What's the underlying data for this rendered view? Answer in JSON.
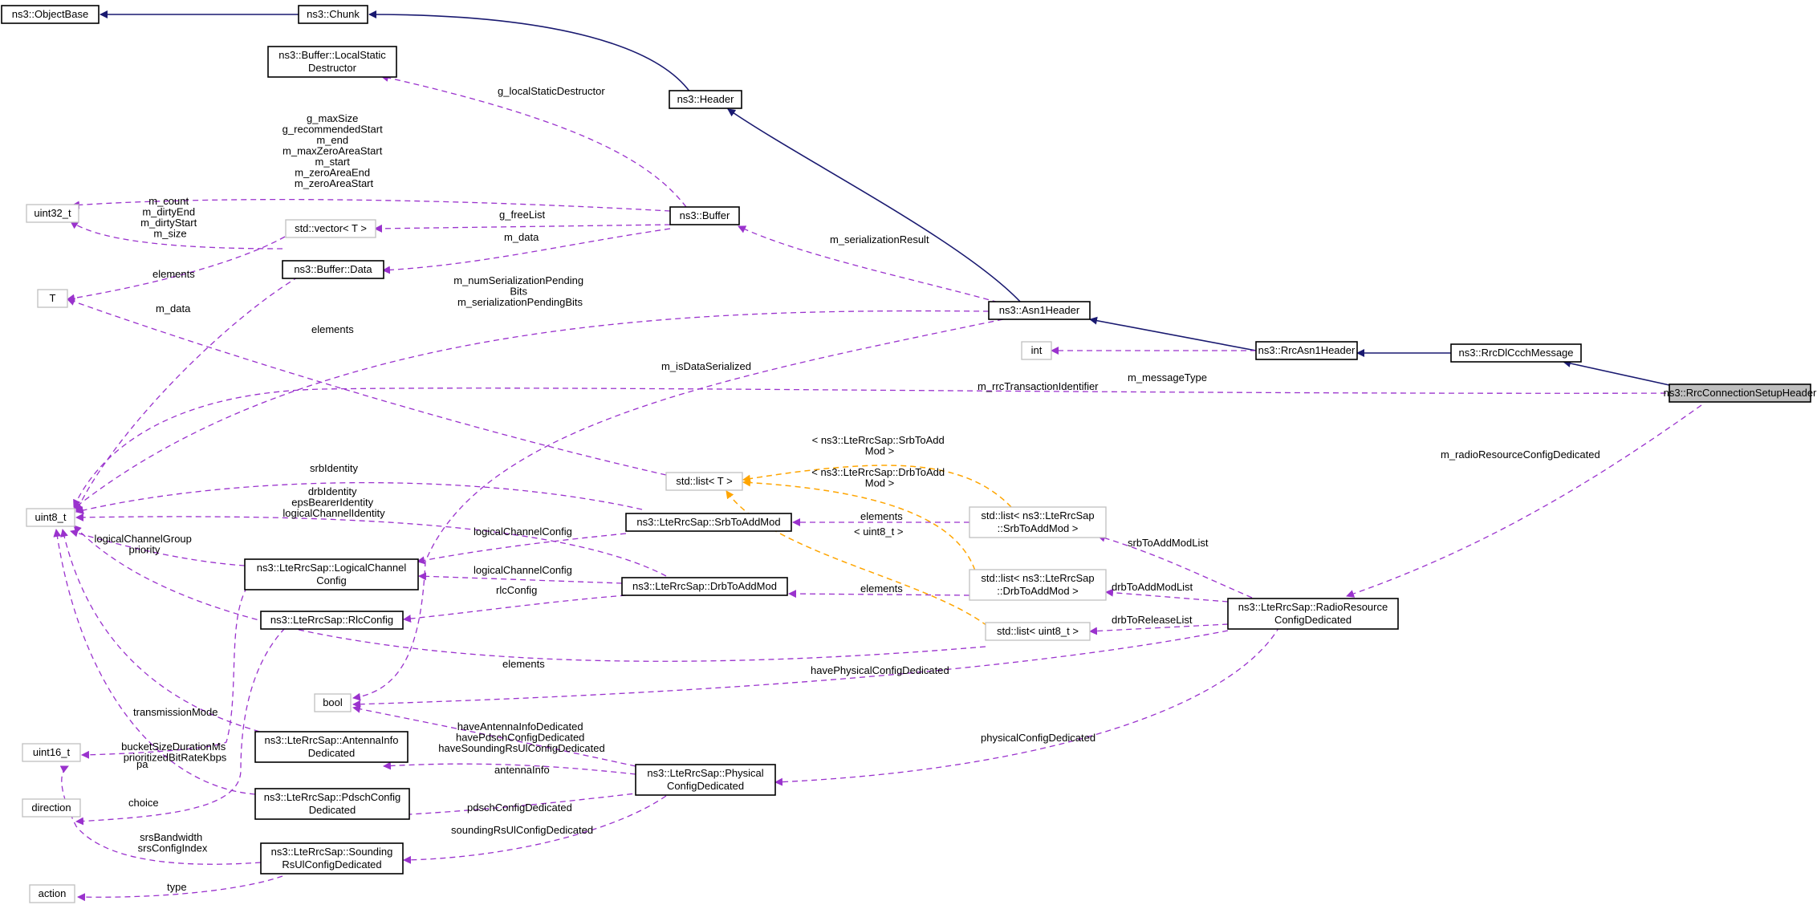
{
  "nodes": {
    "objectbase": "ns3::ObjectBase",
    "chunk": "ns3::Chunk",
    "header": "ns3::Header",
    "local_static_1": "ns3::Buffer::LocalStatic",
    "local_static_2": "Destructor",
    "buffer": "ns3::Buffer",
    "uint32": "uint32_t",
    "vector": "std::vector< T >",
    "buffer_data": "ns3::Buffer::Data",
    "t": "T",
    "asn1header": "ns3::Asn1Header",
    "int": "int",
    "rrcasn1header": "ns3::RrcAsn1Header",
    "rrcdlccch": "ns3::RrcDlCcchMessage",
    "rrcsetup": "ns3::RrcConnectionSetupHeader",
    "uint8": "uint8_t",
    "stdlist": "std::list< T >",
    "srbtoaddmod": "ns3::LteRrcSap::SrbToAddMod",
    "list_srb_1": "std::list< ns3::LteRrcSap",
    "list_srb_2": "::SrbToAddMod >",
    "logicalchannel_1": "ns3::LteRrcSap::LogicalChannel",
    "logicalchannel_2": "Config",
    "drbtoaddmod": "ns3::LteRrcSap::DrbToAddMod",
    "list_drb_1": "std::list< ns3::LteRrcSap",
    "list_drb_2": "::DrbToAddMod >",
    "rlcconfig": "ns3::LteRrcSap::RlcConfig",
    "list_uint8": "std::list< uint8_t >",
    "radioresource_1": "ns3::LteRrcSap::RadioResource",
    "radioresource_2": "ConfigDedicated",
    "bool": "bool",
    "uint16": "uint16_t",
    "antenna_1": "ns3::LteRrcSap::AntennaInfo",
    "antenna_2": "Dedicated",
    "physical_1": "ns3::LteRrcSap::Physical",
    "physical_2": "ConfigDedicated",
    "direction": "direction",
    "pdsch_1": "ns3::LteRrcSap::PdschConfig",
    "pdsch_2": "Dedicated",
    "sounding_1": "ns3::LteRrcSap::Sounding",
    "sounding_2": "RsUlConfigDedicated",
    "action": "action"
  },
  "edge_labels": {
    "g_localStaticDestructor": "g_localStaticDestructor",
    "buffer_uint32": [
      "g_maxSize",
      "g_recommendedStart",
      "m_end",
      "m_maxZeroAreaStart",
      "m_start",
      "m_zeroAreaEnd",
      "m_zeroAreaStart"
    ],
    "data_uint32": [
      "m_count",
      "m_dirtyEnd",
      "m_dirtyStart",
      "m_size"
    ],
    "g_freeList": "g_freeList",
    "m_data_buffer": "m_data",
    "elements_vector": "elements",
    "m_data_data": "m_data",
    "m_serializationResult": "m_serializationResult",
    "asn1_uint8": [
      "m_numSerializationPending",
      "Bits",
      "m_serializationPendingBits"
    ],
    "elements_list": "elements",
    "m_isDataSerialized": "m_isDataSerialized",
    "m_messageType": "m_messageType",
    "m_rrcTransactionIdentifier": "m_rrcTransactionIdentifier",
    "tpl_srb": [
      "< ns3::LteRrcSap::SrbToAdd",
      "Mod >"
    ],
    "tpl_drb": [
      "< ns3::LteRrcSap::DrbToAdd",
      "Mod >"
    ],
    "tpl_uint8": "< uint8_t >",
    "m_radioResourceConfigDedicated": "m_radioResourceConfigDedicated",
    "srbIdentity": "srbIdentity",
    "drb_uint8": [
      "drbIdentity",
      "epsBearerIdentity",
      "logicalChannelIdentity"
    ],
    "lc_uint8": [
      "logicalChannelGroup",
      "priority"
    ],
    "logicalChannelConfig_srb": "logicalChannelConfig",
    "elements_srb": "elements",
    "logicalChannelConfig_drb": "logicalChannelConfig",
    "rlcConfig": "rlcConfig",
    "elements_drb": "elements",
    "srbToAddModList": "srbToAddModList",
    "drbToAddModList": "drbToAddModList",
    "drbToReleaseList": "drbToReleaseList",
    "elements_uint8list": "elements",
    "havePhysicalConfigDedicated": "havePhysicalConfigDedicated",
    "physical_bool": [
      "haveAntennaInfoDedicated",
      "havePdschConfigDedicated",
      "haveSoundingRsUlConfigDedicated"
    ],
    "transmissionMode": "transmissionMode",
    "rlc_uint16": [
      "bucketSizeDurationMs",
      "prioritizedBitRateKbps"
    ],
    "physicalConfigDedicated": "physicalConfigDedicated",
    "antennaInfo": "antennaInfo",
    "pa": "pa",
    "choice": "choice",
    "pdschConfigDedicated": "pdschConfigDedicated",
    "sounding_uint16": [
      "srsBandwidth",
      "srsConfigIndex"
    ],
    "soundingRsUlConfigDedicated": "soundingRsUlConfigDedicated",
    "type": "type"
  },
  "colors": {
    "inheritance": "#191970",
    "usage": "#9a32cd",
    "template": "#ffa500",
    "focus_fill": "#bfbfbf",
    "external_border": "#bfbfbf"
  }
}
